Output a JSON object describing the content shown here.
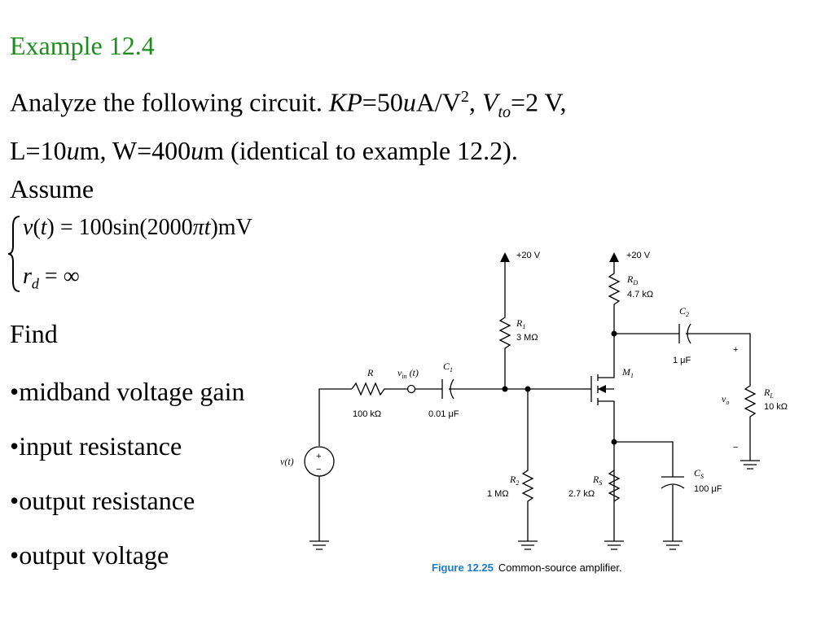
{
  "title": "Example 12.4",
  "problem": {
    "line1": {
      "lead": "Analyze the following circuit.",
      "kp_sym": "KP",
      "kp_eq": "=50",
      "kp_u": "u",
      "kp_unit": "A/V",
      "kp_exp": "2",
      "sep": ",",
      "vto_sym": "V",
      "vto_sub": "to",
      "vto_val": "=2 V,"
    },
    "line2": {
      "l_eq": "L=10",
      "l_u": "u",
      "l_m": "m, W=400",
      "w_u": "u",
      "w_rest": "m (identical to example 12.2)."
    },
    "line3": "Assume"
  },
  "assume_equations": {
    "eq1": {
      "v": "v",
      "t_open": "(",
      "t": "t",
      "t_close": ")",
      "equals": " = ",
      "expr": "100sin(2000",
      "pi": "π",
      "t2": "t",
      "tail": ")mV"
    },
    "eq2": {
      "r": "r",
      "sub": "d",
      "equals": " = ",
      "value": "∞"
    }
  },
  "find": {
    "label": "Find",
    "items": [
      "•midband voltage gain",
      "•input resistance",
      "•output resistance",
      "•output voltage"
    ]
  },
  "circuit": {
    "supply_left": "+20 V",
    "supply_right": "+20 V",
    "R1_sym": "R",
    "R1_sub": "1",
    "R1_val": "3 MΩ",
    "R2_sym": "R",
    "R2_sub": "2",
    "R2_val": "1 MΩ",
    "RD_sym": "R",
    "RD_sub": "D",
    "RD_val": "4.7 kΩ",
    "RS_sym": "R",
    "RS_sub": "S",
    "RS_val": "2.7 kΩ",
    "RL_sym": "R",
    "RL_sub": "L",
    "RL_val": "10 kΩ",
    "R_sym": "R",
    "R_val": "100 kΩ",
    "C1_sym": "C",
    "C1_sub": "1",
    "C1_val": "0.01 μF",
    "C2_sym": "C",
    "C2_sub": "2",
    "C2_val": "1 μF",
    "CS_sym": "C",
    "CS_sub": "S",
    "CS_val": "100 μF",
    "M1_sym": "M",
    "M1_sub": "1",
    "vin_sym": "v",
    "vin_sub": "in",
    "vin_arg": " (t)",
    "source_label": "v(t)",
    "source_plus": "+",
    "source_minus": "−",
    "vo_sym": "v",
    "vo_sub": "o",
    "out_plus": "+",
    "out_minus": "−"
  },
  "caption": {
    "label": "Figure 12.25",
    "text": "Common-source amplifier."
  },
  "colors": {
    "title": "#1e8c1e",
    "figure_label": "#1d7bc6"
  }
}
